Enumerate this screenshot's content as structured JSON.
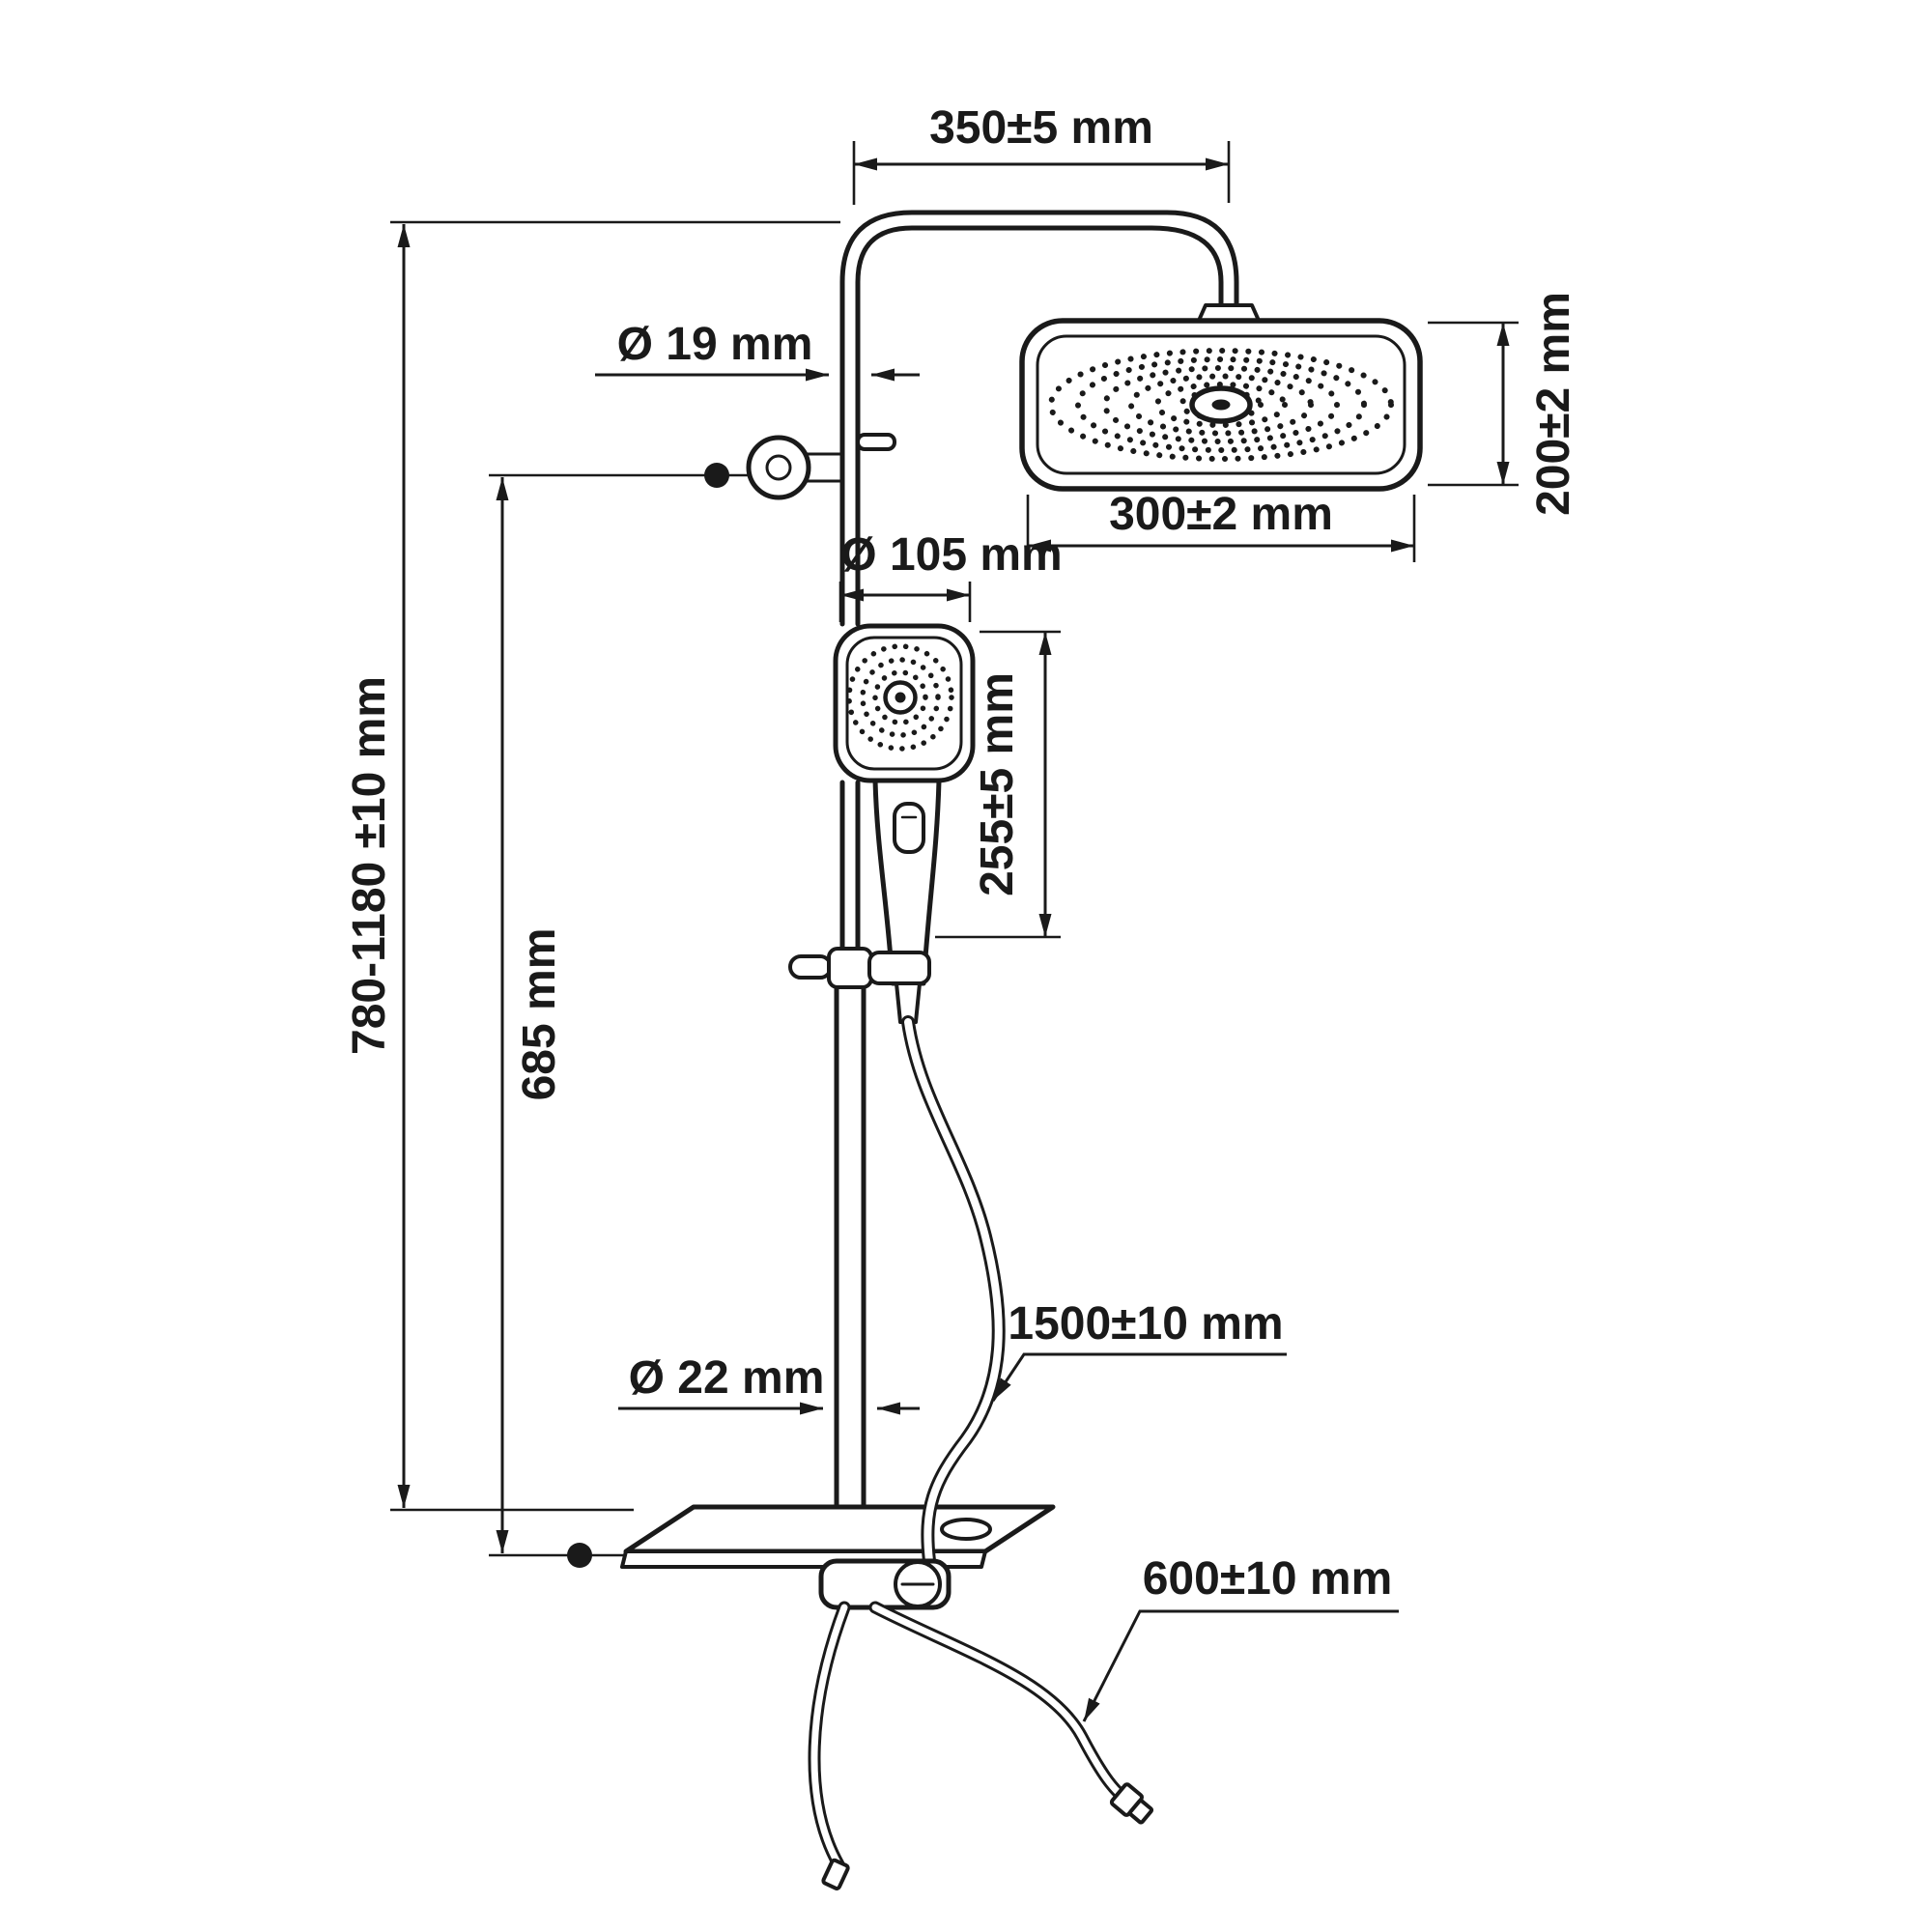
{
  "page": {
    "background": "#ffffff",
    "line_color": "#1a1a1a",
    "units": "mm"
  },
  "labels": {
    "arm_reach": "350±5 mm",
    "upper_pipe_diameter": "Ø 19 mm",
    "head_depth": "200±2 mm",
    "head_width": "300±2 mm",
    "hand_shower_width": "Ø 105 mm",
    "hand_shower_length": "255±5 mm",
    "bracket_to_shelf_height": "685 mm",
    "overall_height": "780-1180 ±10 mm",
    "shower_hose_length": "1500±10 mm",
    "lower_pipe_diameter": "Ø 22 mm",
    "connection_hose_length": "600±10 mm"
  }
}
